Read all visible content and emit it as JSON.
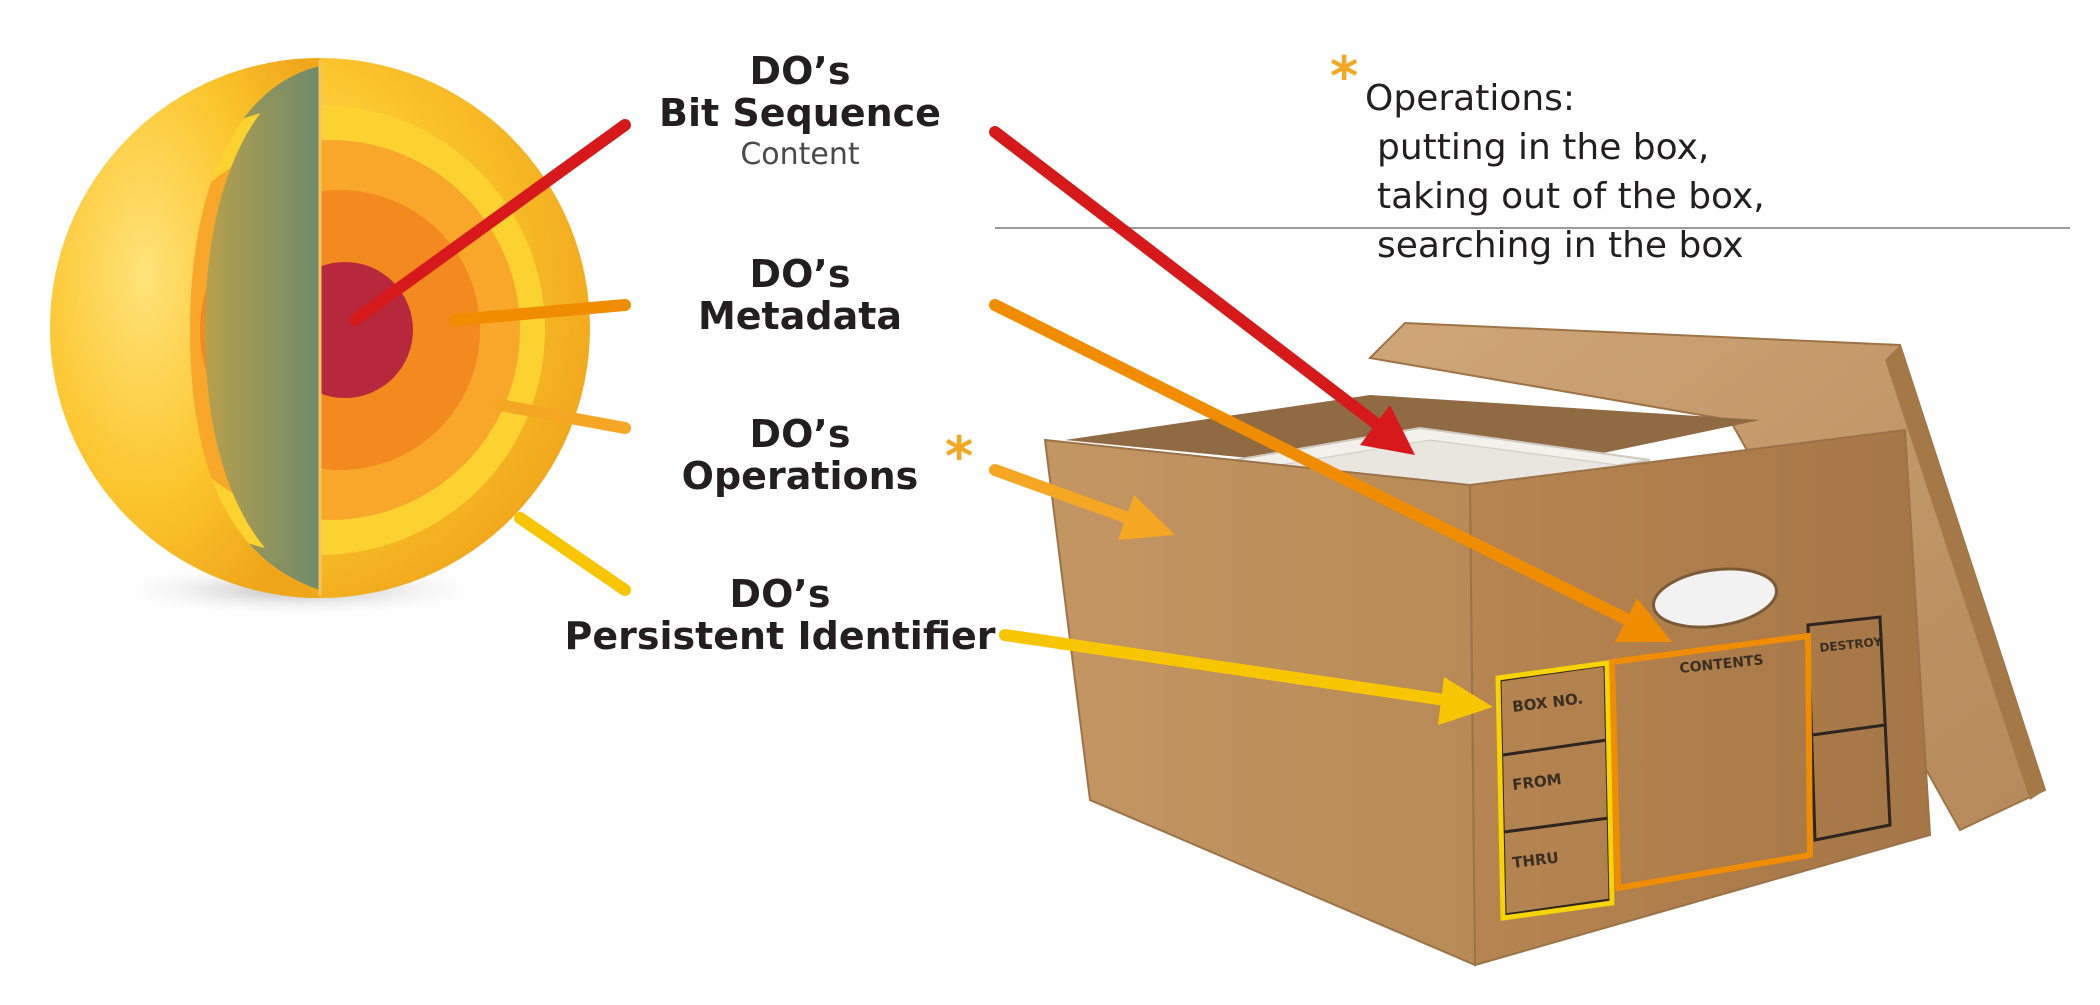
{
  "labels": {
    "bit_sequence": {
      "prefix": "DO’s",
      "title": "Bit Sequence",
      "sub": "Content"
    },
    "metadata": {
      "prefix": "DO’s",
      "title": "Metadata"
    },
    "operations": {
      "prefix": "DO’s",
      "title": "Operations",
      "marker": "*"
    },
    "identifier": {
      "prefix": "DO’s",
      "title": "Persistent Identifier"
    }
  },
  "operations_note": {
    "marker": "*",
    "heading": "Operations:",
    "items": [
      "putting in the box,",
      "taking out of the box,",
      "searching in the box"
    ]
  },
  "box_labels": {
    "box_no": "BOX NO.",
    "from": "FROM",
    "thru": "THRU",
    "contents": "CONTENTS",
    "destroy": "DESTROY"
  },
  "colors": {
    "bit_sequence": "#d7191c",
    "metadata": "#f08c00",
    "operations": "#f5a623",
    "identifier": "#f7c600",
    "cardboard": "#b98c5a"
  }
}
